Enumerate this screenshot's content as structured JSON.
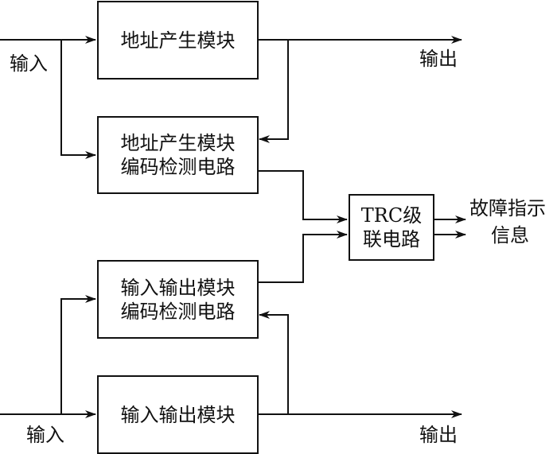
{
  "diagram": {
    "blocks": {
      "addr_gen": {
        "lines": [
          "地址产生模块"
        ]
      },
      "addr_check": {
        "lines": [
          "地址产生模块",
          "编码检测电路"
        ]
      },
      "trc": {
        "lines": [
          "TRC级",
          "联电路"
        ]
      },
      "io_check": {
        "lines": [
          "输入输出模块",
          "编码检测电路"
        ]
      },
      "io_module": {
        "lines": [
          "输入输出模块"
        ]
      }
    },
    "labels": {
      "input_top": "输入",
      "output_top": "输出",
      "input_bottom": "输入",
      "output_bottom": "输出",
      "fault_info_1": "故障指示",
      "fault_info_2": "信息"
    }
  }
}
